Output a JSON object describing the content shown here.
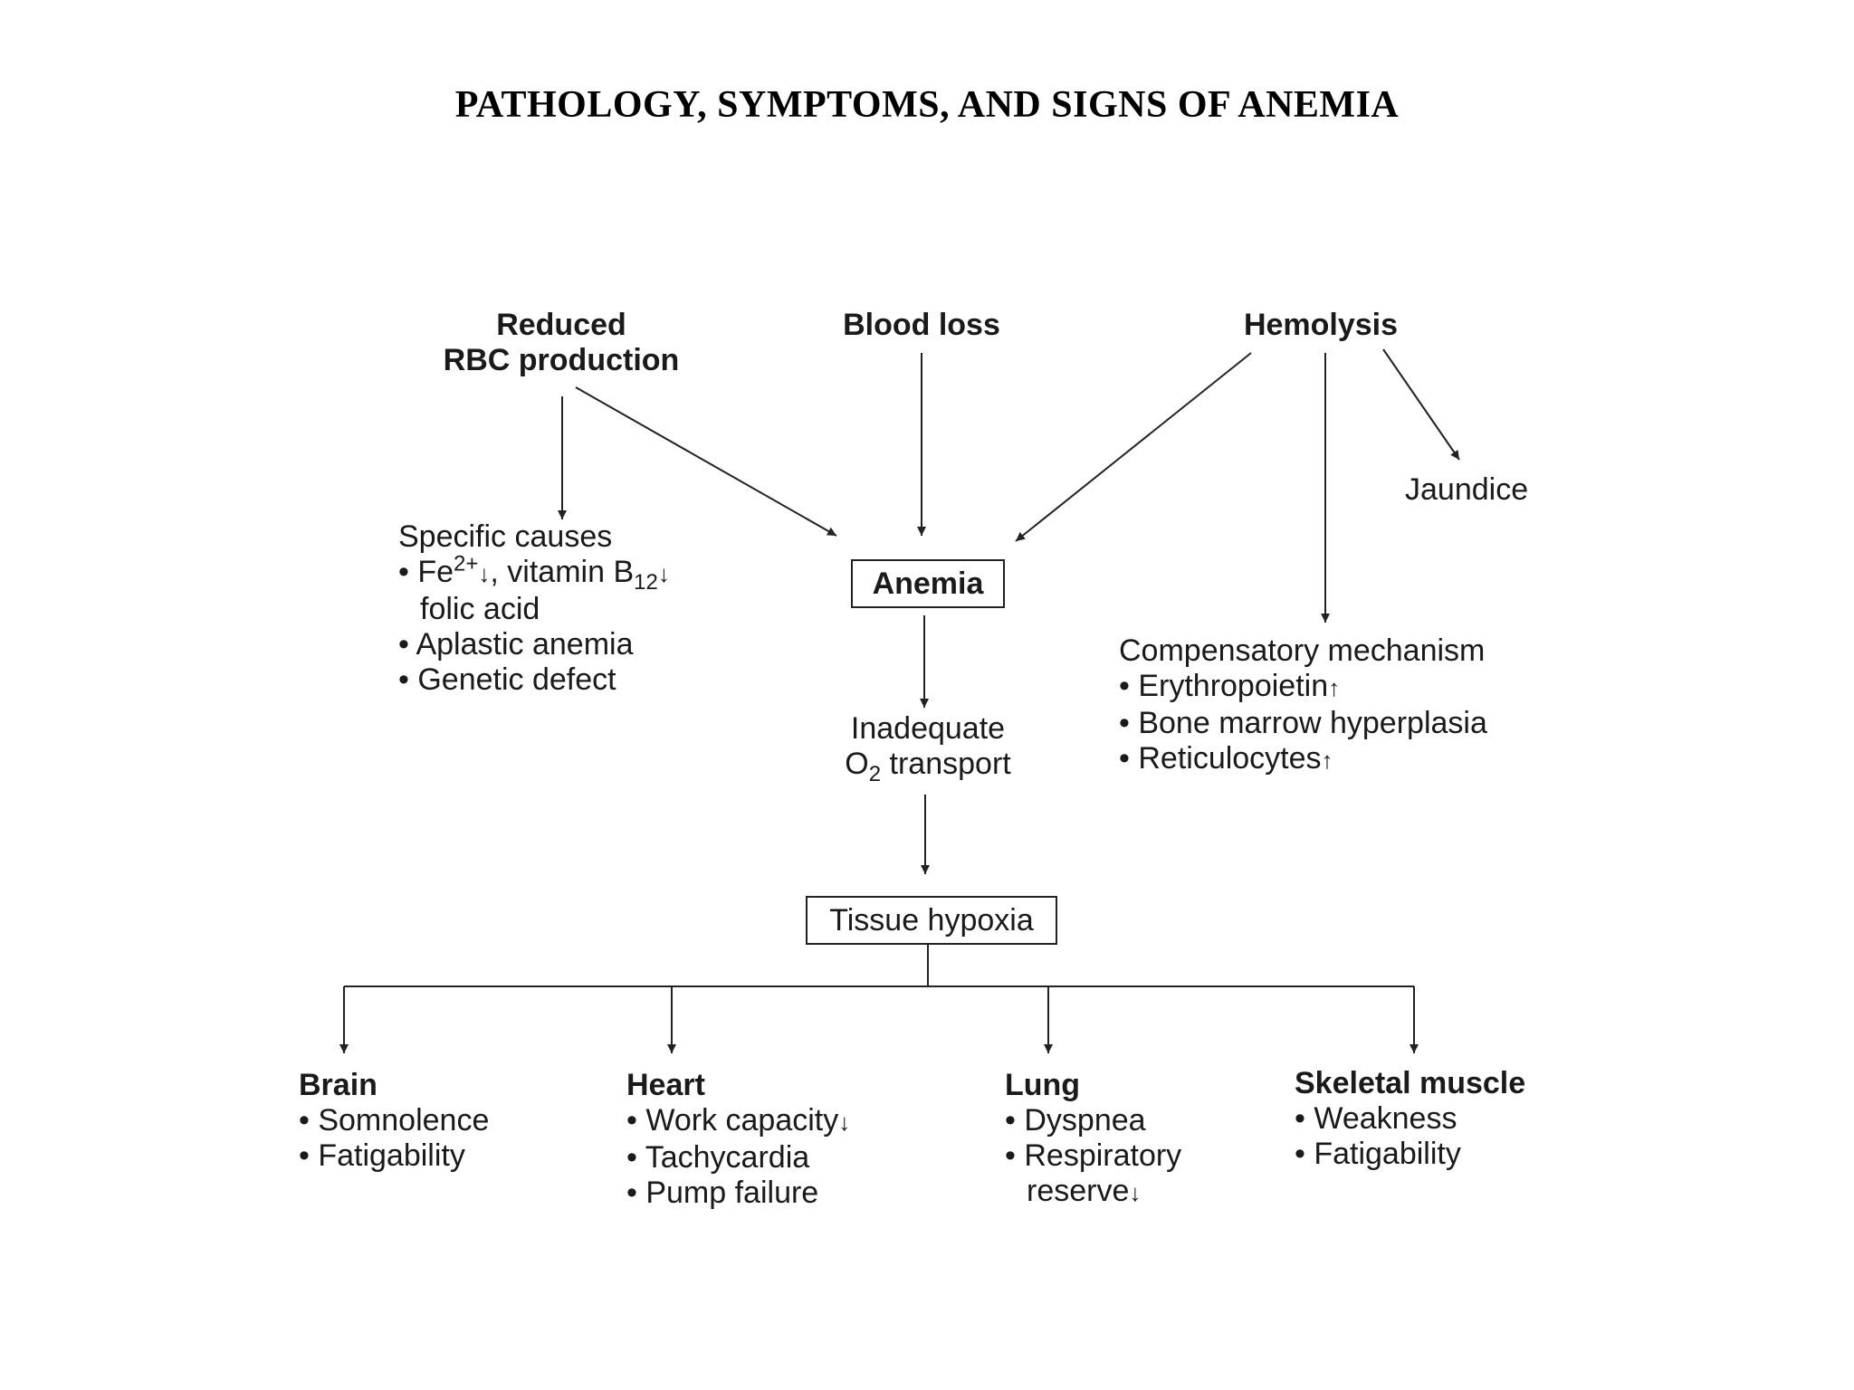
{
  "title": "PATHOLOGY, SYMPTOMS, AND SIGNS OF ANEMIA",
  "nodes": {
    "reduced_rbc": {
      "line1": "Reduced",
      "line2": "RBC production"
    },
    "blood_loss": "Blood loss",
    "hemolysis": "Hemolysis",
    "jaundice": "Jaundice",
    "specific_causes": {
      "heading": "Specific causes",
      "item1_pre": "• Fe",
      "item1_sup": "2+",
      "item1_mid": ", vitamin B",
      "item1_sub": "12",
      "item1_cont": "folic acid",
      "item2": "• Aplastic anemia",
      "item3": "• Genetic defect"
    },
    "anemia": "Anemia",
    "compensatory": {
      "heading": "Compensatory mechanism",
      "item1": "• Erythropoietin",
      "item2": "• Bone marrow hyperplasia",
      "item3": "• Reticulocytes"
    },
    "o2_transport": {
      "line1": "Inadequate",
      "line2_pre": "O",
      "line2_sub": "2",
      "line2_post": " transport"
    },
    "tissue_hypoxia": "Tissue hypoxia",
    "brain": {
      "heading": "Brain",
      "item1": "• Somnolence",
      "item2": "• Fatigability"
    },
    "heart": {
      "heading": "Heart",
      "item1": "• Work capacity",
      "item2": "• Tachycardia",
      "item3": "• Pump failure"
    },
    "lung": {
      "heading": "Lung",
      "item1": "• Dyspnea",
      "item2": "• Respiratory",
      "item2_cont": "reserve"
    },
    "skeletal": {
      "heading": "Skeletal muscle",
      "item1": "• Weakness",
      "item2": "• Fatigability"
    }
  },
  "arrows": {
    "down": "↓",
    "up": "↑"
  }
}
